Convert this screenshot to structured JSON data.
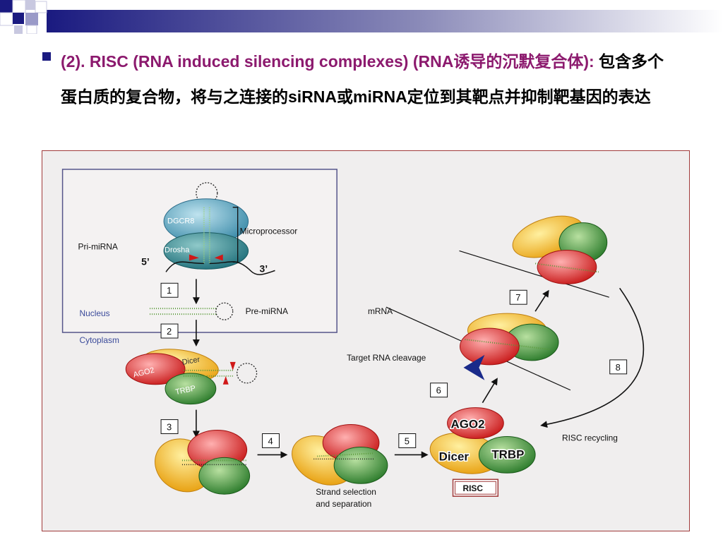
{
  "slide": {
    "heading_purple": "(2). RISC (RNA induced silencing complexes) (RNA诱导的沉默复合体):",
    "heading_black": " 包含多个蛋白质的复合物，将与之连接的siRNA或miRNA定位到其靶点并抑制靶基因的表达"
  },
  "diagram": {
    "pri_mirna": "Pri-miRNA",
    "dgcr8": "DGCR8",
    "drosha": "Drosha",
    "microprocessor": "Microprocessor",
    "five_prime": "5’",
    "three_prime": "3’",
    "nucleus": "Nucleus",
    "cytoplasm": "Cytoplasm",
    "pre_mirna": "Pre-miRNA",
    "ago2_small": "AGO2",
    "dicer_small": "Dicer",
    "trbp_small": "TRBP",
    "strand_selection_1": "Strand selection",
    "strand_selection_2": "and separation",
    "ago2_big": "AGO2",
    "dicer_big": "Dicer",
    "trbp_big": "TRBP",
    "risc": "RISC",
    "mrna": "mRNA",
    "target_cleavage": "Target RNA cleavage",
    "risc_recycling": "RISC recycling",
    "steps": [
      "1",
      "2",
      "3",
      "4",
      "5",
      "6",
      "7",
      "8"
    ]
  }
}
